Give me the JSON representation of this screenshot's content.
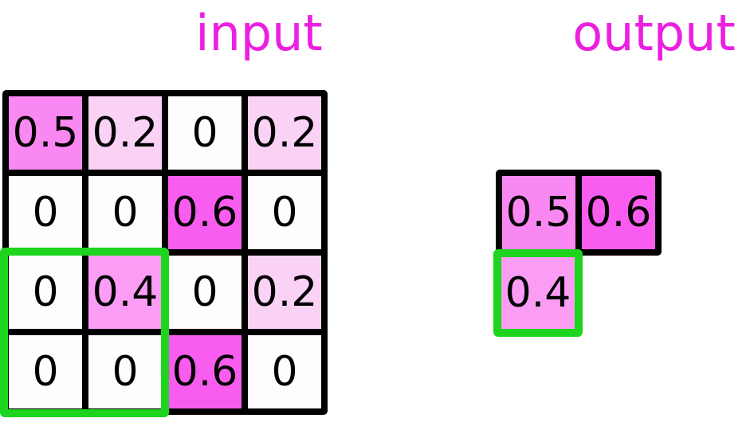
{
  "titles": {
    "input": "input",
    "output": "output"
  },
  "colors": {
    "title": "#ec1fe1",
    "border": "#000000",
    "highlight": "#1ed41e",
    "cell_base_magenta": "#ff00ff",
    "cell_zero": "#fffcff"
  },
  "input_grid": {
    "rows": 4,
    "cols": 4,
    "values": [
      [
        0.5,
        0.2,
        0.0,
        0.2
      ],
      [
        0.0,
        0.0,
        0.6,
        0.0
      ],
      [
        0.0,
        0.4,
        0.0,
        0.2
      ],
      [
        0.0,
        0.0,
        0.6,
        0.0
      ]
    ],
    "cells": [
      {
        "label": "0.5",
        "value": 0.5,
        "color": "#fa88f3"
      },
      {
        "label": "0.2",
        "value": 0.2,
        "color": "#fad2f5"
      },
      {
        "label": "0",
        "value": 0.0,
        "color": "#fffcff"
      },
      {
        "label": "0.2",
        "value": 0.2,
        "color": "#fad2f5"
      },
      {
        "label": "0",
        "value": 0.0,
        "color": "#fffcff"
      },
      {
        "label": "0",
        "value": 0.0,
        "color": "#fffcff"
      },
      {
        "label": "0.6",
        "value": 0.6,
        "color": "#f95def"
      },
      {
        "label": "0",
        "value": 0.0,
        "color": "#fffcff"
      },
      {
        "label": "0",
        "value": 0.0,
        "color": "#fffcff"
      },
      {
        "label": "0.4",
        "value": 0.4,
        "color": "#fb9df4"
      },
      {
        "label": "0",
        "value": 0.0,
        "color": "#fffcff"
      },
      {
        "label": "0.2",
        "value": 0.2,
        "color": "#fad2f5"
      },
      {
        "label": "0",
        "value": 0.0,
        "color": "#fffcff"
      },
      {
        "label": "0",
        "value": 0.0,
        "color": "#fffcff"
      },
      {
        "label": "0.6",
        "value": 0.6,
        "color": "#f95def"
      },
      {
        "label": "0",
        "value": 0.0,
        "color": "#fffcff"
      }
    ],
    "highlight_region": {
      "rows": [
        3,
        4
      ],
      "cols": [
        1,
        2
      ]
    }
  },
  "output_grid": {
    "top_row": [
      {
        "label": "0.5",
        "value": 0.5,
        "color": "#fa88f3"
      },
      {
        "label": "0.6",
        "value": 0.6,
        "color": "#f95def"
      }
    ],
    "highlight_cell": {
      "label": "0.4",
      "value": 0.4,
      "color": "#fb9df4"
    }
  }
}
